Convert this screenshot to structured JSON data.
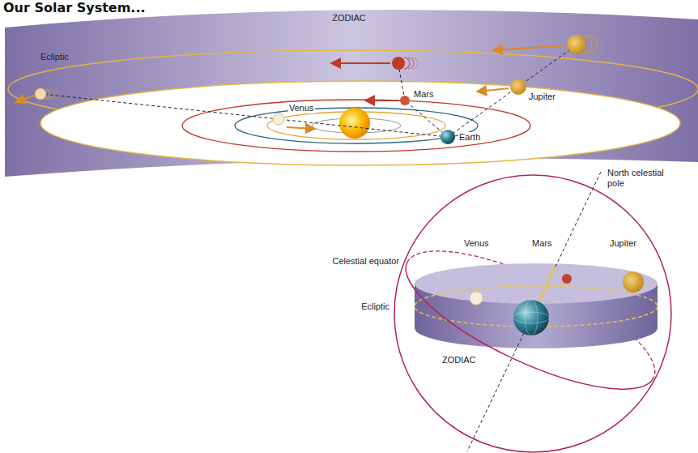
{
  "diagram": {
    "title": "Our Solar System...",
    "labels": [
      "ZODIAC",
      "Ecliptic",
      "Mars",
      "Jupiter",
      "Venus",
      "Earth",
      "North celestial pole",
      "Celestial equator",
      "Venus",
      "Mars",
      "Jupiter",
      "Ecliptic",
      "ZODIAC"
    ]
  }
}
